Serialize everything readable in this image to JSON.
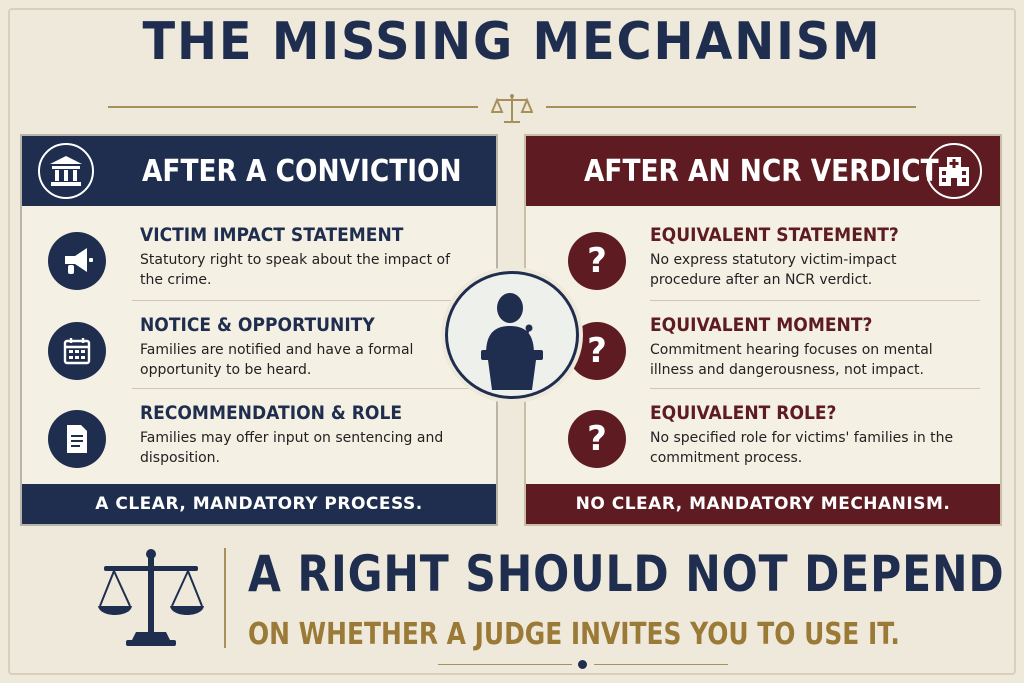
{
  "title": "THE MISSING MECHANISM",
  "left_panel": {
    "heading": "AFTER A CONVICTION",
    "items": [
      {
        "icon": "megaphone-icon",
        "heading": "VICTIM IMPACT STATEMENT",
        "text": "Statutory right to speak about the impact of the crime."
      },
      {
        "icon": "calendar-icon",
        "heading": "NOTICE & OPPORTUNITY",
        "text": "Families are notified and have a formal opportunity to be heard."
      },
      {
        "icon": "document-icon",
        "heading": "RECOMMENDATION & ROLE",
        "text": "Families may offer input on sentencing and disposition."
      }
    ],
    "footer": "A CLEAR, MANDATORY PROCESS."
  },
  "right_panel": {
    "heading": "AFTER AN NCR VERDICT",
    "items": [
      {
        "icon": "question-icon",
        "glyph": "?",
        "heading": "EQUIVALENT STATEMENT?",
        "text": "No express statutory victim-impact procedure after an NCR verdict."
      },
      {
        "icon": "question-icon",
        "glyph": "?",
        "heading": "EQUIVALENT MOMENT?",
        "text": "Commitment hearing focuses on mental illness and dangerousness, not impact."
      },
      {
        "icon": "question-icon",
        "glyph": "?",
        "heading": "EQUIVALENT ROLE?",
        "text": "No specified role for victims' families in the commitment process."
      }
    ],
    "footer": "NO CLEAR, MANDATORY MECHANISM."
  },
  "bottom": {
    "line1": "A RIGHT SHOULD NOT DEPEND",
    "line2": "ON WHETHER A JUDGE INVITES YOU TO USE IT."
  },
  "colors": {
    "navy": "#1f2e4f",
    "maroon": "#5e1c22",
    "gold": "#9a7a36",
    "background": "#efe9dc"
  }
}
